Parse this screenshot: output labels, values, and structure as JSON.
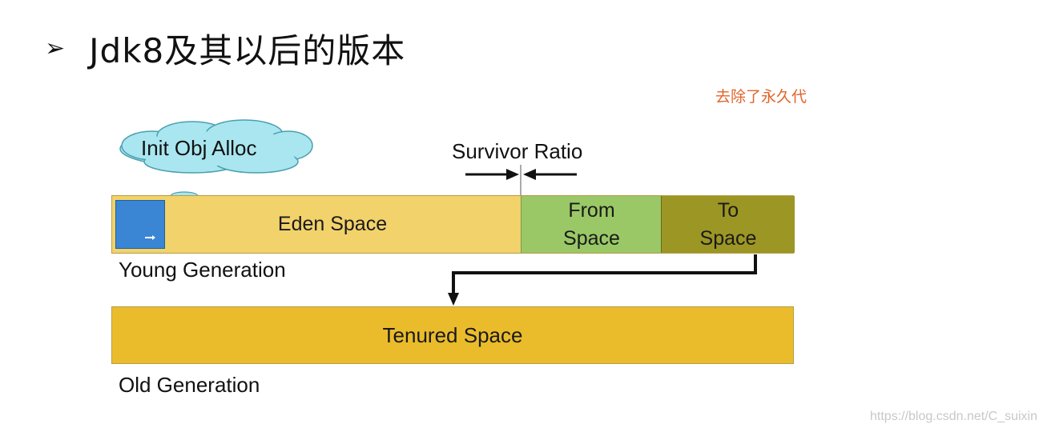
{
  "heading": {
    "arrow": "➢",
    "text": "Jdk8及其以后的版本"
  },
  "note": "去除了永久代",
  "diagram": {
    "init_obj_alloc": "Init Obj Alloc",
    "survivor_ratio": "Survivor Ratio",
    "eden_space": "Eden Space",
    "from_space_line1": "From",
    "from_space_line2": "Space",
    "to_space_line1": "To",
    "to_space_line2": "Space",
    "young_generation": "Young Generation",
    "tenured_space": "Tenured Space",
    "old_generation": "Old Generation"
  },
  "colors": {
    "eden": "#f2d26a",
    "from": "#9ac866",
    "to": "#9c9624",
    "tenured": "#eabc2c",
    "cloud": "#a9e6ef",
    "object": "#3a86d4",
    "note": "#e0642a"
  },
  "watermark": "https://blog.csdn.net/C_suixin"
}
